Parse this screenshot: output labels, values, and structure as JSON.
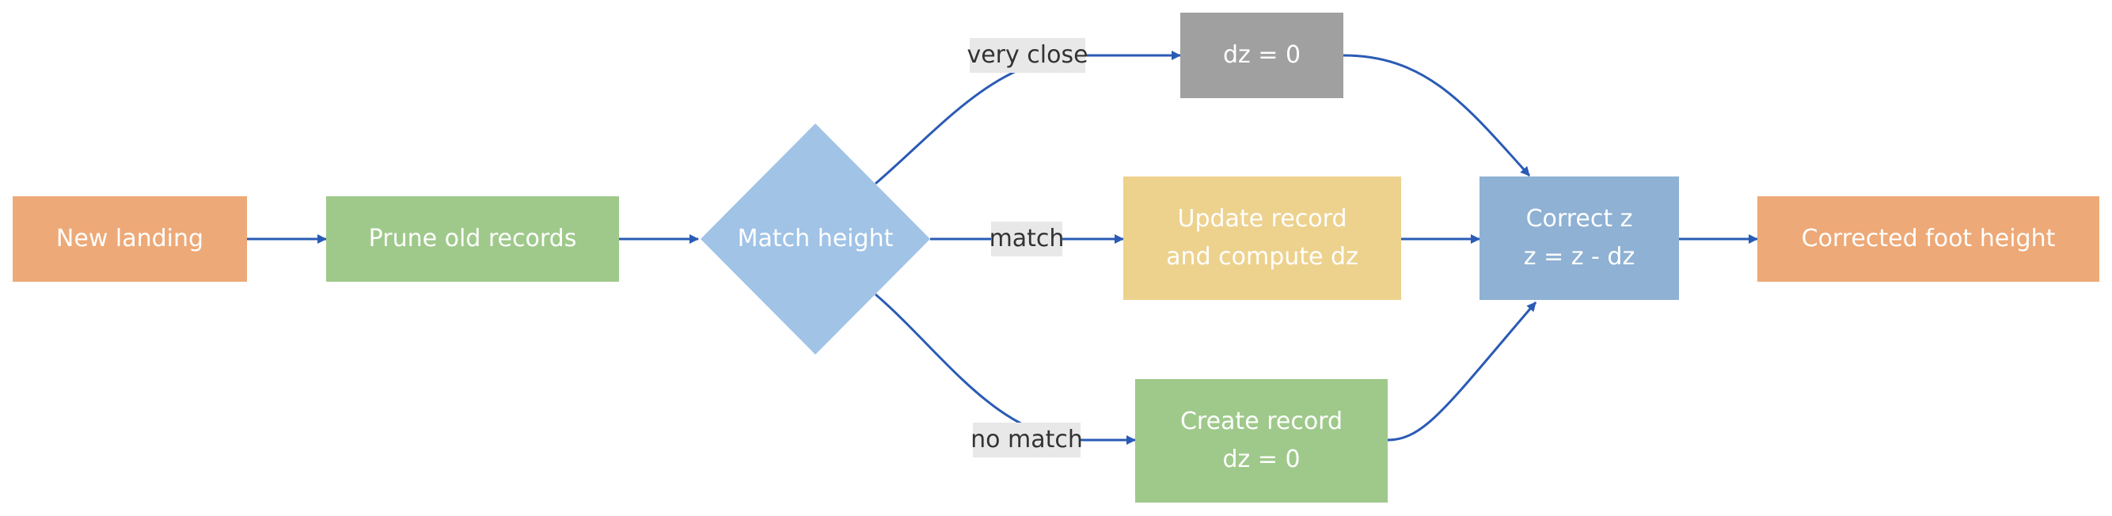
{
  "colors": {
    "orange": "#eda977",
    "green": "#9fc98b",
    "diamond_blue": "#a0c3e6",
    "gray": "#a0a0a0",
    "yellow": "#edd28e",
    "steel_blue": "#8eb1d4",
    "edge": "#2a5bb5",
    "label_bg": "#e8e8e8"
  },
  "nodes": {
    "new_landing": "New landing",
    "prune": "Prune old records",
    "match": "Match height",
    "dz_zero": "dz = 0",
    "update_line1": "Update record",
    "update_line2": "and compute dz",
    "create_line1": "Create record",
    "create_line2": "dz = 0",
    "correct_line1": "Correct z",
    "correct_line2": "z = z - dz",
    "result": "Corrected foot height"
  },
  "edge_labels": {
    "very_close": "very close",
    "match": "match",
    "no_match": "no match"
  }
}
